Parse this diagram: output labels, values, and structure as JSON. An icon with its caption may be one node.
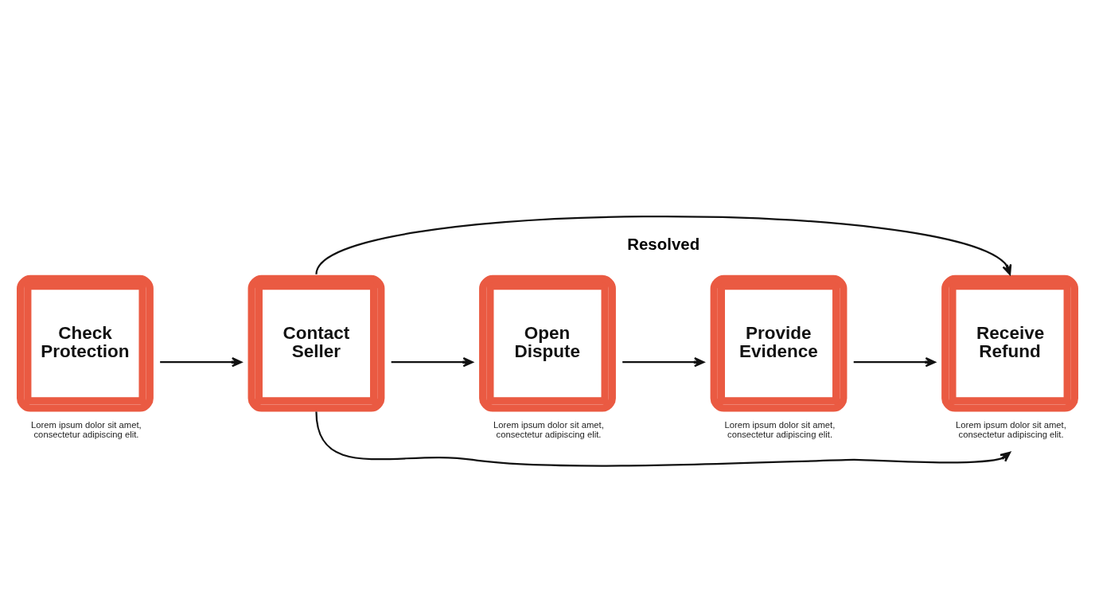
{
  "diagram": {
    "nodes": [
      {
        "text": [
          "Check Protection"
        ],
        "beside": [
          "Lorem ipsum dolor sit amet, consectetur adipiscing elit."
        ]
      },
      {
        "text": [
          "Contact Seller"
        ]
      },
      {
        "text": [
          "Open Dispute"
        ],
        "beside": [
          "Lorem ipsum dolor sit amet, consectetur adipiscing elit."
        ]
      },
      {
        "text": [
          "Provide Evidence"
        ],
        "beside": [
          "Lorem ipsum dolor sit amet, consectetur adipiscing elit."
        ]
      },
      {
        "text": [
          "Receive Refund"
        ],
        "beside": [
          "Lorem ipsum dolor sit amet, consectetur adipiscing elit."
        ]
      }
    ],
    "edges": [
      {
        "from": 0,
        "to": 1,
        "arrow": "to"
      },
      {
        "from": 1,
        "to": 2,
        "arrow": "to"
      },
      {
        "from": 2,
        "to": 3,
        "arrow": "to"
      },
      {
        "from": 3,
        "to": 4,
        "arrow": "to"
      },
      {
        "from": 1,
        "to": 4,
        "arrow": "to",
        "label": "Resolved"
      },
      {
        "from": 1,
        "to": 4,
        "arrow": "to"
      }
    ]
  }
}
